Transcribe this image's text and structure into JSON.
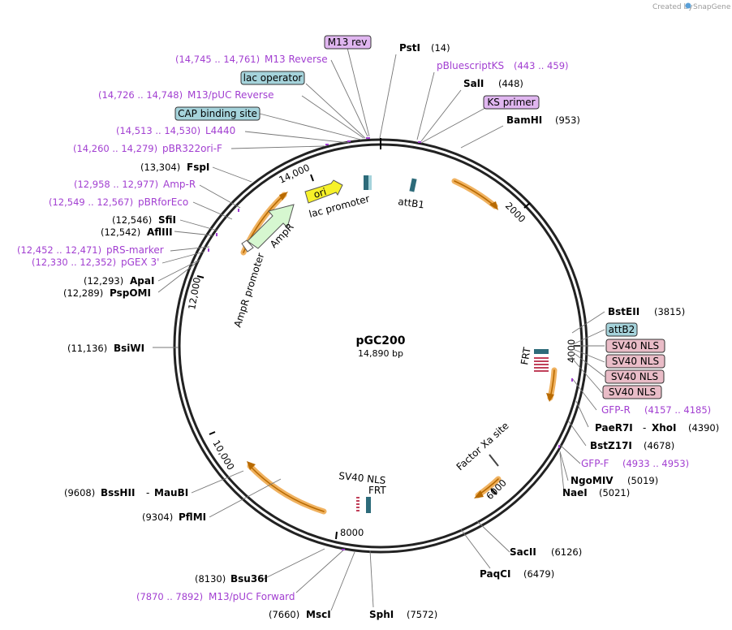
{
  "plasmid": {
    "name": "pGC200",
    "size": "14,890 bp"
  },
  "watermark": {
    "prefix": "Created by",
    "brand": "SnapGene"
  },
  "colors": {
    "primer": "#a23fd1",
    "enzyme": "#000000",
    "primer_box": "#e0b6f0",
    "regulatory_box": "#a5d3db",
    "nls_box": "#e9bcc7",
    "ori": "#f6f12a",
    "ampr": "#d6f7d0"
  },
  "tick_marks": [
    "2000",
    "4000",
    "6000",
    "8000",
    "10,000",
    "12,000",
    "14,000"
  ],
  "features": {
    "ori": "ori",
    "ampr": "AmpR",
    "ampr_promoter": "AmpR promoter",
    "lac_promoter": "lac promoter",
    "attb1": "attB1",
    "frt_right": "FRT",
    "frt_bottom": "FRT",
    "sv40_nls_bottom": "SV40 NLS",
    "factor_xa": "Factor Xa site"
  },
  "boxed_labels": {
    "m13_rev": "M13 rev",
    "lac_operator": "lac operator",
    "cap_site": "CAP binding site",
    "ks_primer": "KS primer",
    "attb2": "attB2",
    "nls1": "SV40 NLS",
    "nls2": "SV40 NLS",
    "nls3": "SV40 NLS",
    "nls4": "SV40 NLS"
  },
  "primers": {
    "m13_reverse": {
      "pos": "(14,745 .. 14,761)",
      "name": "M13 Reverse"
    },
    "m13_puc_reverse": {
      "pos": "(14,726 .. 14,748)",
      "name": "M13/pUC Reverse"
    },
    "l4440": {
      "pos": "(14,513 .. 14,530)",
      "name": "L4440"
    },
    "pbr322ori_f": {
      "pos": "(14,260 .. 14,279)",
      "name": "pBR322ori-F"
    },
    "amp_r": {
      "pos": "(12,958 .. 12,977)",
      "name": "Amp-R"
    },
    "pbrforeco": {
      "pos": "(12,549 .. 12,567)",
      "name": "pBRforEco"
    },
    "prs_marker": {
      "pos": "(12,452 .. 12,471)",
      "name": "pRS-marker"
    },
    "pgex3": {
      "pos": "(12,330 .. 12,352)",
      "name": "pGEX 3'"
    },
    "pbluescriptks": {
      "name": "pBluescriptKS",
      "pos": "(443 .. 459)"
    },
    "gfp_r": {
      "name": "GFP-R",
      "pos": "(4157 .. 4185)"
    },
    "gfp_f": {
      "name": "GFP-F",
      "pos": "(4933 .. 4953)"
    },
    "m13_puc_forward": {
      "pos": "(7870 .. 7892)",
      "name": "M13/pUC Forward"
    }
  },
  "enzymes": {
    "psti": {
      "name": "PstI",
      "pos": "(14)"
    },
    "sali": {
      "name": "SalI",
      "pos": "(448)"
    },
    "bamhi": {
      "name": "BamHI",
      "pos": "(953)"
    },
    "fspi": {
      "name": "FspI",
      "pos": "(13,304)"
    },
    "sfii": {
      "name": "SfiI",
      "pos": "(12,546)"
    },
    "aflIII": {
      "name": "AflIII",
      "pos": "(12,542)"
    },
    "apai": {
      "name": "ApaI",
      "pos": "(12,293)"
    },
    "pspomi": {
      "name": "PspOMI",
      "pos": "(12,289)"
    },
    "bsiwi": {
      "name": "BsiWI",
      "pos": "(11,136)"
    },
    "bstEII": {
      "name": "BstEII",
      "pos": "(3815)"
    },
    "paer7i": {
      "name": "PaeR7I",
      "sep": "-",
      "name2": "XhoI",
      "pos": "(4390)"
    },
    "bstz17i": {
      "name": "BstZ17I",
      "pos": "(4678)"
    },
    "ngomiv": {
      "name": "NgoMIV",
      "pos": "(5019)"
    },
    "naei": {
      "name": "NaeI",
      "pos": "(5021)"
    },
    "sacii": {
      "name": "SacII",
      "pos": "(6126)"
    },
    "paqci": {
      "name": "PaqCI",
      "pos": "(6479)"
    },
    "sphi": {
      "name": "SphI",
      "pos": "(7572)"
    },
    "msci": {
      "name": "MscI",
      "pos": "(7660)"
    },
    "bsu36i": {
      "name": "Bsu36I",
      "pos": "(8130)"
    },
    "pflmi": {
      "name": "PflMI",
      "pos": "(9304)"
    },
    "bsshii": {
      "name": "BssHII",
      "sep": "-",
      "name2": "MauBI",
      "pos": "(9608)"
    }
  }
}
